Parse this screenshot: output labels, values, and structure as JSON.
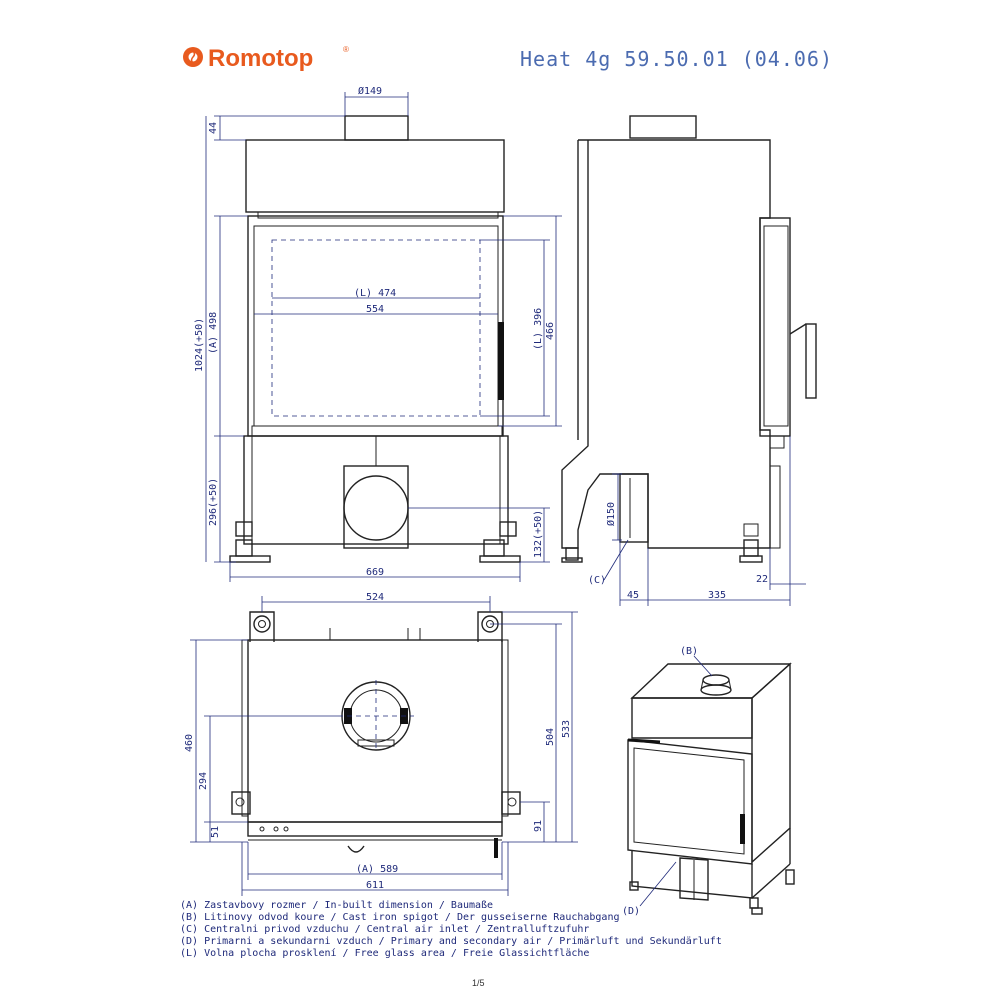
{
  "header": {
    "brand": "Romotop",
    "brand_mark": "®",
    "title": "Heat 4g 59.50.01 (04.06)"
  },
  "front_view": {
    "dims": {
      "spigot_dia": "Ø149",
      "top_height": "44",
      "total_height": "1024(+50)",
      "inbuilt_height": "(A) 498",
      "glass_width": "(L) 474",
      "door_width": "554",
      "glass_height": "(L) 396",
      "door_height": "466",
      "base_height": "296(+50)",
      "air_inlet_height": "132(+50)",
      "total_width": "669"
    }
  },
  "side_view": {
    "dims": {
      "inlet_dia": "Ø150",
      "c_label": "(C)",
      "offset_45": "45",
      "depth_335": "335",
      "rear_22": "22"
    }
  },
  "top_view": {
    "dims": {
      "top_width": "524",
      "depth_460": "460",
      "depth_294": "294",
      "depth_51": "51",
      "depth_504": "504",
      "depth_533": "533",
      "depth_91": "91",
      "inbuilt_width": "(A) 589",
      "base_width": "611"
    }
  },
  "iso_view": {
    "label_b": "(B)",
    "label_d": "(D)"
  },
  "legend": [
    "(A)  Zastavbovy rozmer / In-built dimension / Baumaße",
    "(B)  Litinovy odvod koure / Cast iron spigot / Der gusseiserne Rauchabgang",
    "(C)  Centralni privod vzduchu / Central air inlet / Zentralluftzufuhr",
    "(D)  Primarni a sekundarni vzduch / Primary and secondary air / Primärluft und Sekundärluft",
    "(L)  Volna plocha prosklení / Free glass area / Freie Glassichtfläche"
  ],
  "page_number": "1/5",
  "colors": {
    "brand_orange": "#e85a1e",
    "dimension_blue": "#1f2a7a",
    "title_blue": "#4b6bb0"
  }
}
